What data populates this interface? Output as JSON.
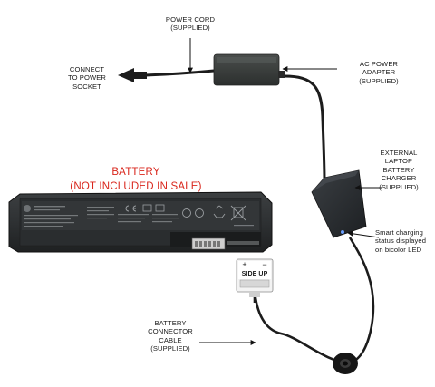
{
  "colors": {
    "battery_label": "#d9261c",
    "callout_text": "#1a1a1a",
    "cable": "#1c1c1c",
    "battery_body": "#2f3234",
    "adapter_body": "#3a3d3c",
    "charger_body": "#2b2f33",
    "led": "#6a9fff"
  },
  "labels": {
    "battery_title": "BATTERY",
    "battery_note": "(NOT INCLUDED IN SALE)",
    "power_cord": "POWER CORD\n(SUPPLIED)",
    "connect_socket": "CONNECT\nTO POWER\nSOCKET",
    "ac_adapter": "AC POWER\nADAPTER\n(SUPPLIED)",
    "external_charger": "EXTERNAL\nLAPTOP\nBATTERY\nCHARGER\n(SUPPLIED)",
    "led_status": "Smart charging\nstatus displayed\non bicolor LED",
    "connector_cable": "BATTERY\nCONNECTOR\nCABLE\n(SUPPLIED)"
  },
  "connector": {
    "plus": "+",
    "minus": "−",
    "side_up": "SIDE UP"
  },
  "icons": {
    "arrow": "arrow-icon",
    "ce_mark": "ce-mark-icon",
    "recycle": "recycle-icon",
    "bin": "crossed-bin-icon"
  }
}
